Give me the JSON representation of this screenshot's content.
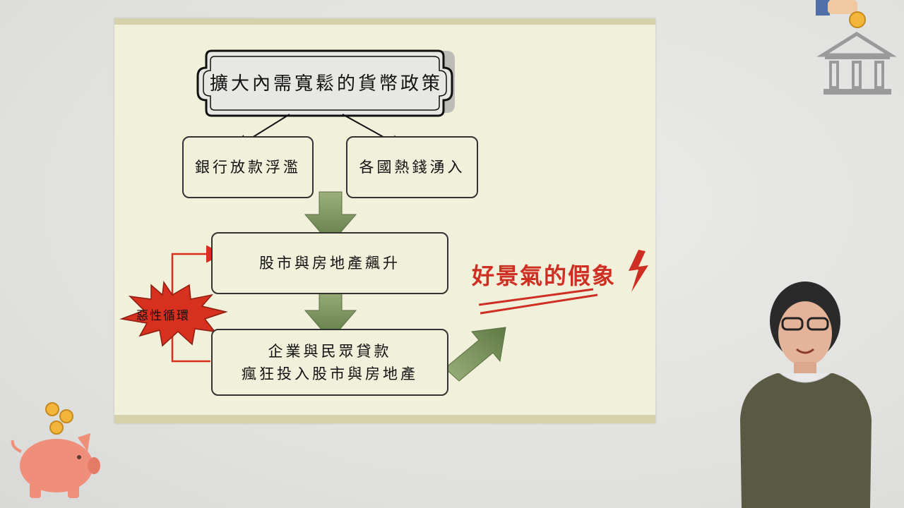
{
  "diagram": {
    "title": "擴大內需寬鬆的貨幣政策",
    "box_bank": "銀行放款浮濫",
    "box_hot_money": "各國熱錢湧入",
    "box_stock": "股市與房地產飆升",
    "box_loan_line1": "企業與民眾貸款",
    "box_loan_line2": "瘋狂投入股市與房地產",
    "vicious_cycle": "惡性循環",
    "illusion": "好景氣的假象"
  },
  "colors": {
    "slide_bg": "#f1f0db",
    "slide_bar": "#d4d1ab",
    "arrow_green": "#6e8a4e",
    "cycle_red": "#d8301f",
    "illusion_red": "#cf2e22"
  },
  "icons": [
    "hand-coin-icon",
    "bank-icon",
    "piggy-bank-icon",
    "lightning-icon",
    "explosion-star-icon"
  ]
}
